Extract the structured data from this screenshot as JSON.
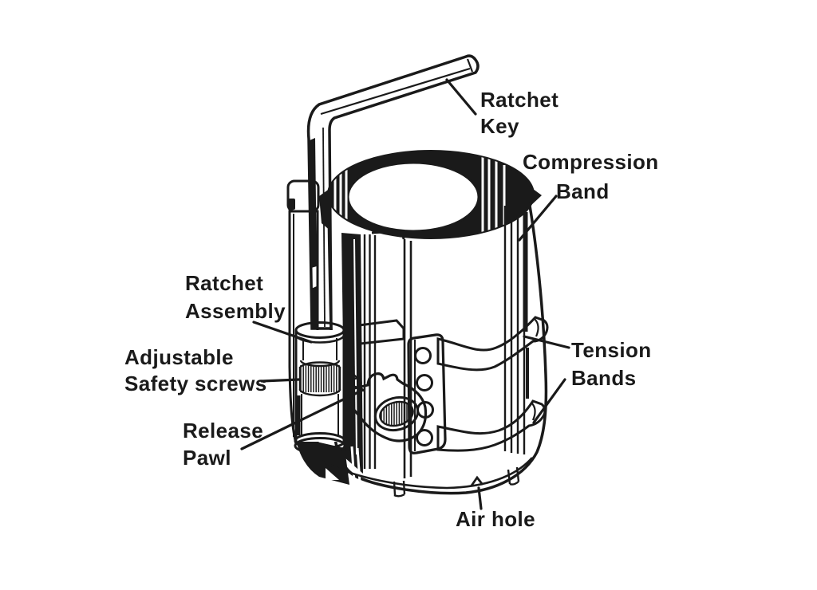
{
  "diagram": {
    "subject": "Piston ring compressor exploded-view line drawing",
    "colors": {
      "ink": "#1a1a1a",
      "paper": "#ffffff"
    },
    "labels": {
      "ratchet_key": {
        "line1": "Ratchet",
        "line2": "Key"
      },
      "compression_band": {
        "line1": "Compression",
        "line2": "Band"
      },
      "ratchet_assembly": {
        "line1": "Ratchet",
        "line2": "Assembly"
      },
      "adjustable_safety_screws": {
        "line1": "Adjustable",
        "line2": "Safety screws"
      },
      "release_pawl": {
        "line1": "Release",
        "line2": "Pawl"
      },
      "tension_bands": {
        "line1": "Tension",
        "line2": "Bands"
      },
      "air_hole": {
        "line1": "Air hole"
      }
    }
  }
}
